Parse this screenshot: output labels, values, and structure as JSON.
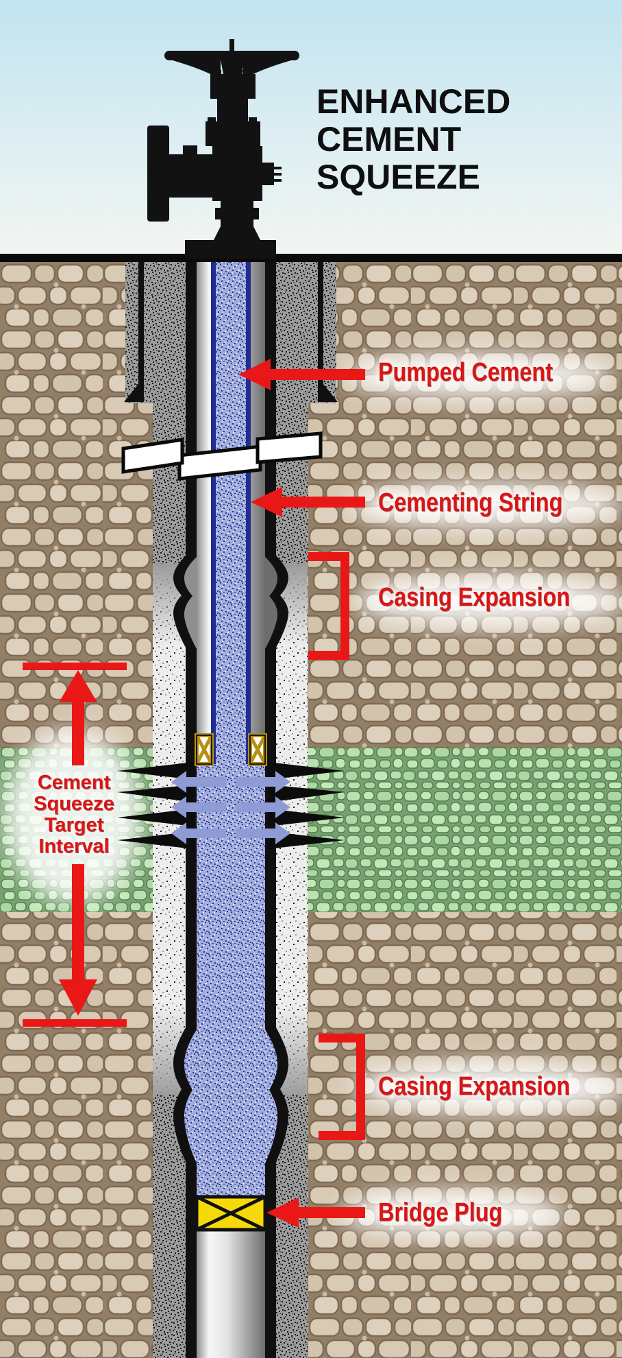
{
  "title": {
    "lines": [
      "ENHANCED",
      "CEMENT",
      "SQUEEZE"
    ],
    "color": "#0f0f0f"
  },
  "labels": {
    "pumped_cement": {
      "text": "Pumped Cement"
    },
    "cementing_string": {
      "text": "Cementing String"
    },
    "casing_expansion_upper": {
      "text": "Casing Expansion"
    },
    "casing_expansion_lower": {
      "text": "Casing Expansion"
    },
    "bridge_plug": {
      "text": "Bridge Plug"
    },
    "target_interval": {
      "lines": [
        "Cement",
        "Squeeze",
        "Target",
        "Interval"
      ]
    }
  },
  "colors": {
    "label_red": "#d81616",
    "annotation_red": "#ea1717",
    "title_black": "#0f0f0f",
    "sky_top": "#c2e3f0",
    "sky_bottom": "#f2f5f1",
    "rock_stone": "#d7c9b4",
    "rock_mortar": "#8e7961",
    "formation_green": "#b7e0ac",
    "cement_gray_speckle": "#9c9c9c",
    "cement_white_speckle": "#ededed",
    "pumped_cement_blue": "#a2addc",
    "cementing_string_navy": "#212d92",
    "casing_black": "#101010",
    "packer_gold": "#b8900f",
    "bridge_plug_yellow": "#f6d90a"
  },
  "diagram": {
    "components": [
      "wellhead-valve-silhouette",
      "ground-surface-line",
      "surface-casing-with-shoes",
      "production-casing",
      "cementing-string",
      "pumped-cement-column",
      "well-break-symbol",
      "casing-expansion-upper",
      "casing-expansion-lower",
      "packers",
      "perforations-with-cement-squeeze-arrows",
      "target-formation-band",
      "depth-interval-markers",
      "bridge-plug"
    ]
  }
}
